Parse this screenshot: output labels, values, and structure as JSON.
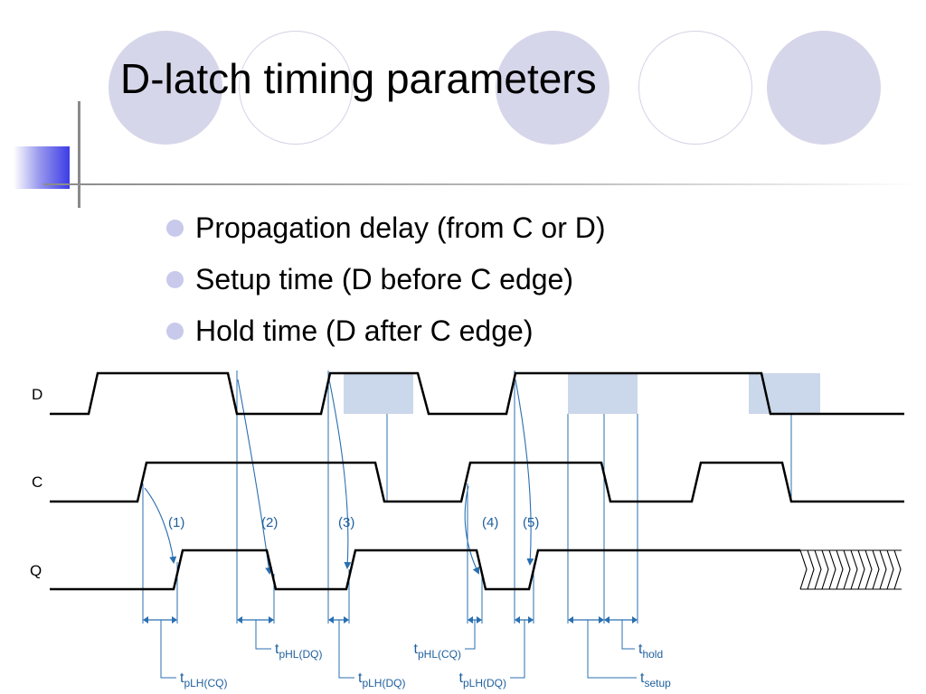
{
  "slide": {
    "title": "D-latch timing parameters",
    "bullets": [
      "Propagation delay (from C or D)",
      "Setup time (D before C edge)",
      "Hold time (D after C edge)"
    ]
  },
  "diagram": {
    "signals": {
      "d": "D",
      "c": "C",
      "q": "Q"
    },
    "events": [
      "(1)",
      "(2)",
      "(3)",
      "(4)",
      "(5)"
    ],
    "labels": {
      "tplh_cq_1": {
        "main": "t",
        "sub": "pLH(CQ)"
      },
      "tphl_dq": {
        "main": "t",
        "sub": "pHL(DQ)"
      },
      "tplh_dq": {
        "main": "t",
        "sub": "pLH(DQ)"
      },
      "tphl_cq": {
        "main": "t",
        "sub": "pHL(CQ)"
      },
      "tplh_dq_2": {
        "main": "t",
        "sub": "pLH(DQ)"
      },
      "thold": {
        "main": "t",
        "sub": "hold"
      },
      "tsetup": {
        "main": "t",
        "sub": "setup"
      }
    }
  },
  "colors": {
    "accent_circle": "#d6d6ea",
    "shade": "#cbd7ea",
    "guide": "#2a6fb0",
    "label": "#1e5f9e"
  }
}
